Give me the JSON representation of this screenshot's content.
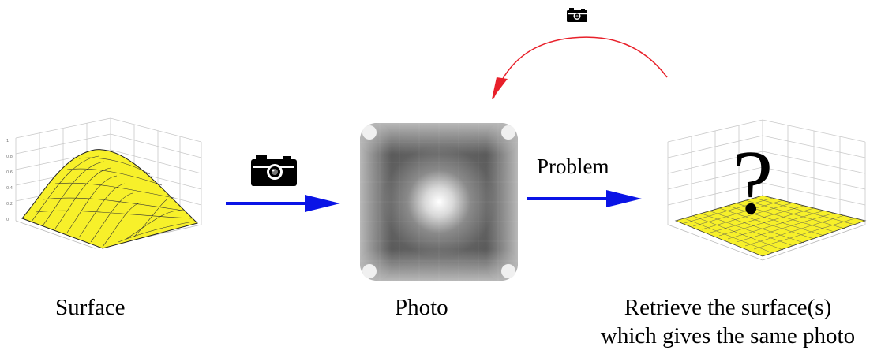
{
  "labels": {
    "surface": "Surface",
    "photo": "Photo",
    "problem": "Problem",
    "retrieve_line1": "Retrieve the surface(s)",
    "retrieve_line2": "which gives the same photo"
  },
  "symbols": {
    "question_mark": "?"
  },
  "icons": {
    "camera_forward": "camera-icon",
    "camera_feedback": "camera-icon"
  },
  "colors": {
    "forward_arrow": "#0a14e6",
    "problem_arrow": "#0a14e6",
    "feedback_arrow": "#e8202a",
    "surface_fill": "#f7f02a",
    "surface_mesh": "#222222"
  }
}
